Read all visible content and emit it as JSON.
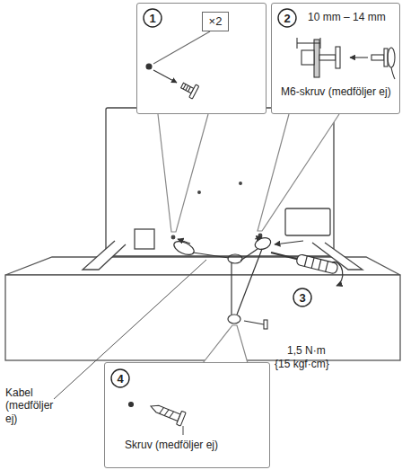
{
  "diagram": {
    "nodes": [
      {
        "text": []
      },
      {
        "text": [
          "1"
        ],
        "in": 0
      },
      {
        "text": [
          "×2"
        ],
        "in": 0
      },
      {
        "text": [
          "10 mm – 14 mm",
          "M6-skruv (medföljer ej)"
        ]
      },
      {
        "text": [
          "2"
        ],
        "in": 3
      },
      {
        "text": [
          "3"
        ]
      },
      {
        "text": [
          "Skruv (medföljer ej)"
        ]
      },
      {
        "text": [
          "4"
        ],
        "in": 6
      }
    ],
    "labels": [
      "Kabel (medföljer ej)",
      "1,5 N·m",
      "{15 kgf·cm}"
    ]
  }
}
